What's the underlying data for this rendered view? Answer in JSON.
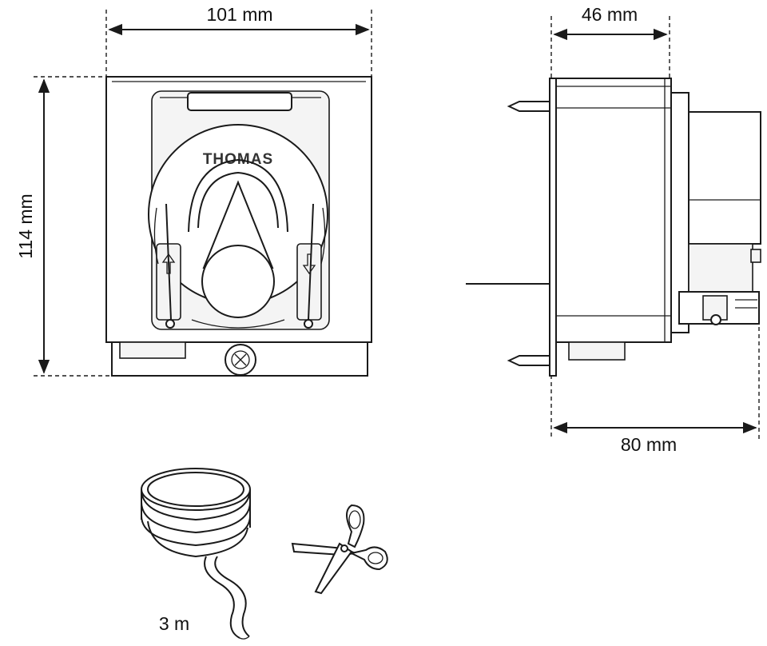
{
  "dimensions": {
    "front_width": "101 mm",
    "front_height": "114 mm",
    "side_depth_top": "46 mm",
    "side_depth_bottom": "80 mm"
  },
  "accessories": {
    "tube_length": "3 m"
  },
  "logo_text": "THOMAS",
  "icons": [
    "pump-front-view",
    "pump-side-view",
    "tube-coil-icon",
    "scissors-icon"
  ]
}
